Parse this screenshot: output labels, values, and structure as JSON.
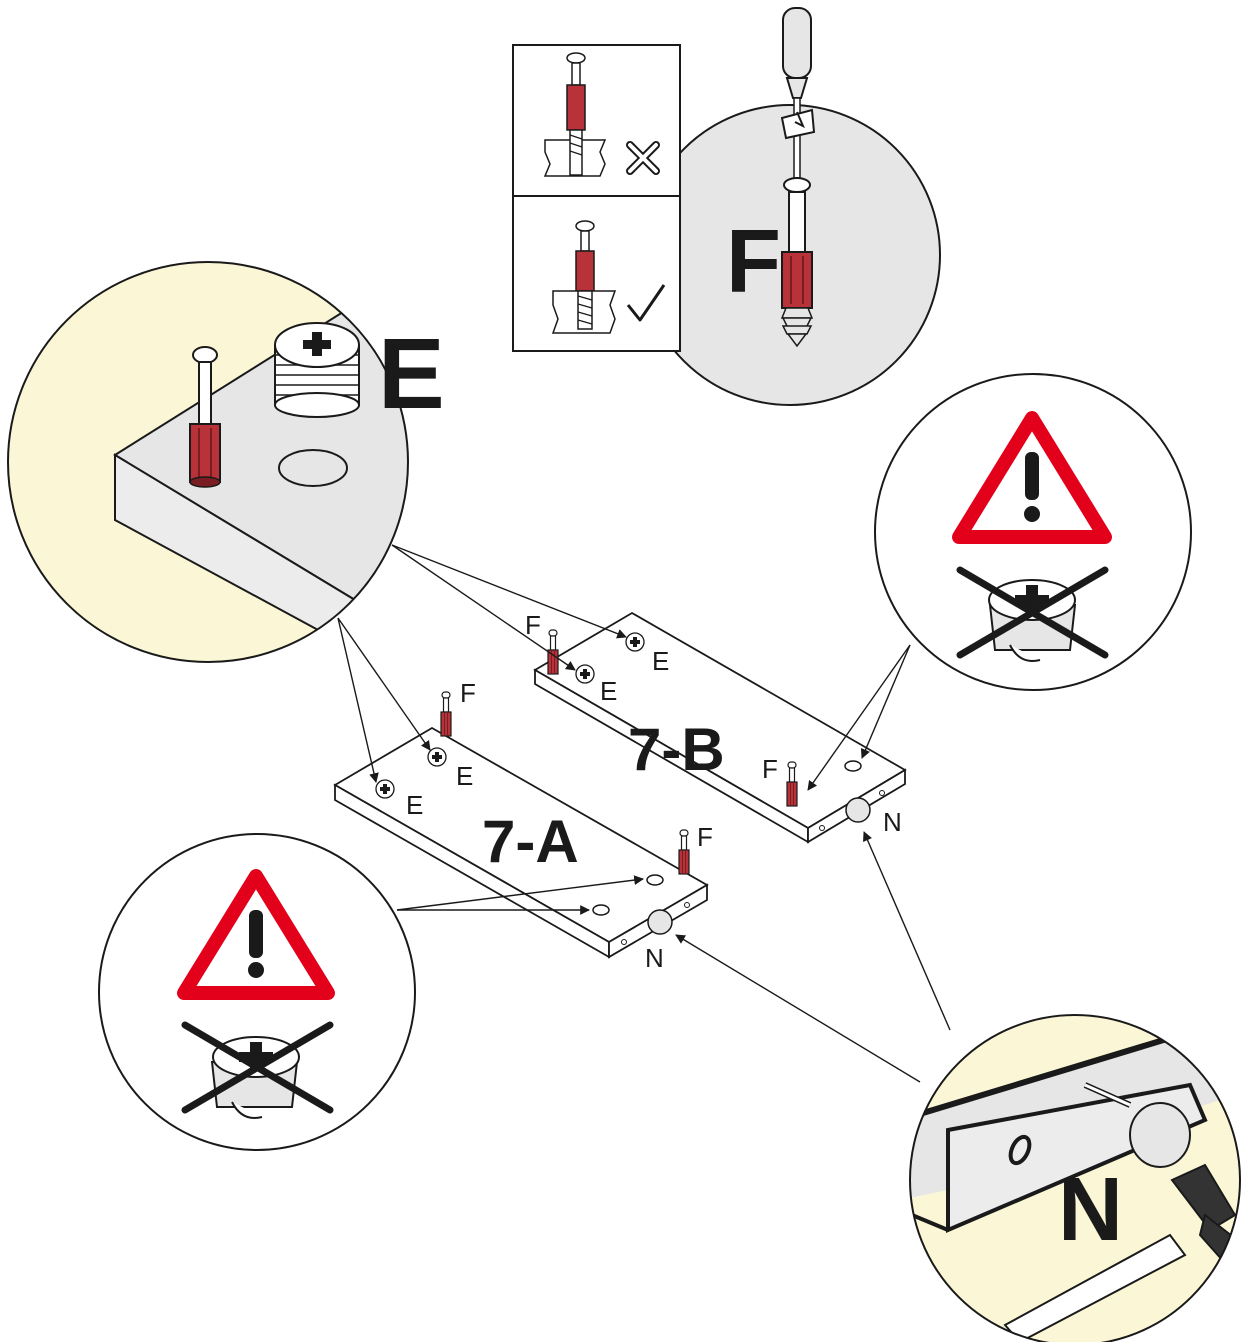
{
  "labels": {
    "detail_E": "E",
    "detail_F": "F",
    "detail_N": "N",
    "panel_a": "7-A",
    "panel_b": "7-B",
    "b_f1": "F",
    "b_e1": "E",
    "b_e2": "E",
    "b_f2": "F",
    "b_n": "N",
    "a_f1": "F",
    "a_e1": "E",
    "a_e2": "E",
    "a_f2": "F",
    "a_n": "N"
  },
  "icons": {
    "wrong": "cross-mark-icon",
    "right": "check-mark-icon",
    "warning": "warning-triangle-icon"
  },
  "colors": {
    "dowel_red": "#b8323a",
    "warning_red": "#e3001b",
    "detail_grey": "#e6e6e6",
    "detail_cream": "#fbf7d6"
  }
}
